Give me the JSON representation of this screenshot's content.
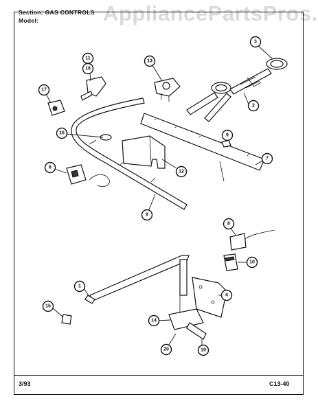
{
  "header": {
    "section_line": "Section:  GAS  CONTROLS",
    "model_line": "Model:"
  },
  "watermark": "AppliancePartsPros.com",
  "footer": {
    "date": "3/93",
    "page_code": "C13-40"
  },
  "callouts": [
    "1",
    "2",
    "3",
    "4",
    "6",
    "7",
    "8",
    "9",
    "9",
    "10",
    "11",
    "12",
    "13",
    "14",
    "15",
    "16",
    "17",
    "18",
    "19",
    "20"
  ]
}
